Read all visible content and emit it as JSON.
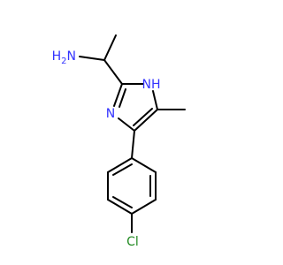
{
  "labels": {
    "amine": "H2N",
    "ring_nh": "NH",
    "ring_n": "N",
    "chlorine": "Cl"
  },
  "colors": {
    "nitrogen": "#3333ff",
    "chlorine": "#228b22",
    "bond": "#000000",
    "background": "#ffffff"
  }
}
